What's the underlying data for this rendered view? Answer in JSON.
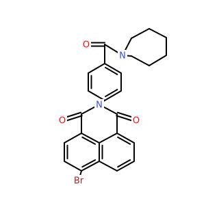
{
  "molecule": {
    "atoms": {
      "o_amide": "O",
      "n_piperidine": "N",
      "n_imide": "N",
      "o_imide_left": "O",
      "o_imide_right": "O",
      "br": "Br"
    },
    "colors": {
      "bond": "#000000",
      "oxygen": "#ff0d0d",
      "nitrogen": "#3050f8",
      "bromine": "#a62929"
    }
  }
}
